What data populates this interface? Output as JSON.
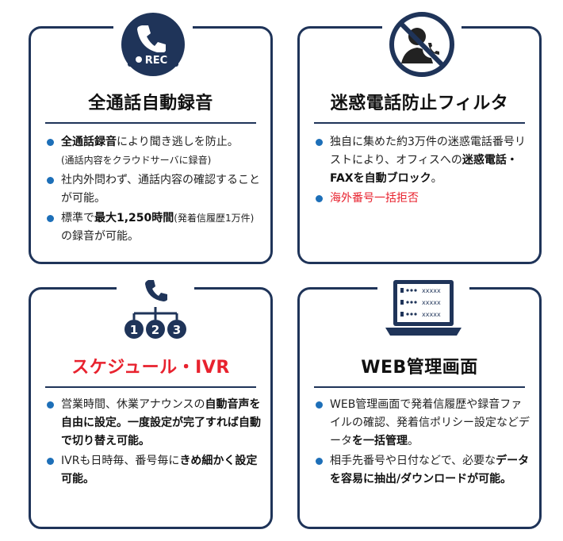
{
  "cards": [
    {
      "title": "全通話自動録音",
      "icon_label": "REC",
      "bullets": [
        {
          "parts": [
            [
              "全通話録音",
              true
            ],
            [
              "により聞き逃しを防止。",
              false
            ]
          ],
          "note": "(通話内容をクラウドサーバに録音)"
        },
        {
          "parts": [
            [
              "社内外問わず、通話内容の確認することが可能。",
              false
            ]
          ]
        },
        {
          "parts": [
            [
              "標準で",
              false
            ],
            [
              "最大1,250時間",
              true
            ],
            [
              "(発着信履歴1万件)",
              false,
              true
            ],
            [
              "の録音が可能。",
              false
            ]
          ]
        }
      ]
    },
    {
      "title": "迷惑電話防止フィルタ",
      "bullets": [
        {
          "parts": [
            [
              "独自に集めた約3万件の迷惑電話番号リストにより、オフィスへの",
              false
            ],
            [
              "迷惑電話・FAXを自動ブロック",
              true
            ],
            [
              "。",
              false
            ]
          ]
        },
        {
          "parts": [
            [
              "海外番号一括拒否",
              false
            ]
          ],
          "red": true
        }
      ]
    },
    {
      "title": "スケジュール・IVR",
      "icon_numbers": [
        "1",
        "2",
        "3"
      ],
      "bullets": [
        {
          "parts": [
            [
              "営業時間、休業アナウンスの",
              false
            ],
            [
              "自動音声を自由に設定。一度設定が完了すれば自動で切り替え可能。",
              true
            ]
          ]
        },
        {
          "parts": [
            [
              "IVRも日時毎、番号毎に",
              false
            ],
            [
              "きめ細かく設定可能。",
              true
            ]
          ]
        }
      ]
    },
    {
      "title": "WEB管理画面",
      "icon_rows": [
        "xxxxx",
        "xxxxx",
        "xxxxx"
      ],
      "bullets": [
        {
          "parts": [
            [
              "WEB管理画面で発着信履歴や録音ファイルの確認、発着信ポリシー設定などデータ",
              false
            ],
            [
              "を一括管理",
              true
            ],
            [
              "。",
              false
            ]
          ]
        },
        {
          "parts": [
            [
              "相手先番号や日付などで、必要な",
              false
            ],
            [
              "データを容易に抽出/ダウンロードが可能。",
              true
            ]
          ]
        }
      ]
    }
  ],
  "colors": {
    "navy": "#1f3459",
    "blue": "#1d6fb8",
    "red": "#e8222e"
  }
}
